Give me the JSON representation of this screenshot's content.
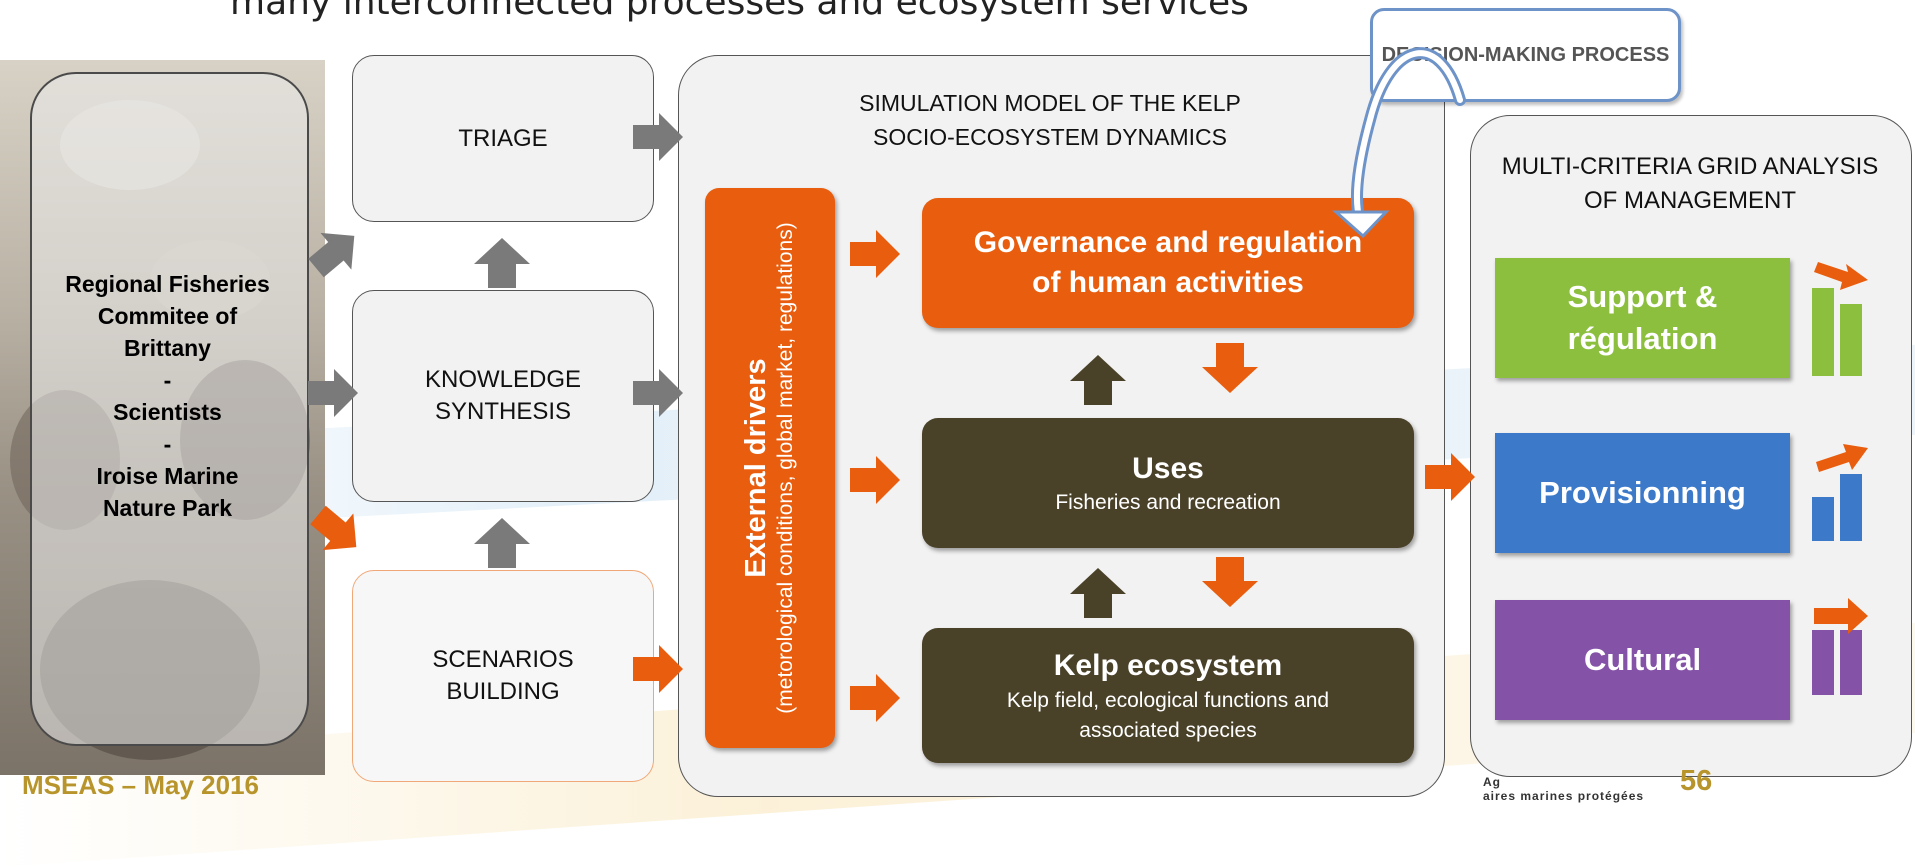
{
  "header": {
    "partial_title": "many interconnected processes and ecosystem services"
  },
  "stakeholders": {
    "lines": [
      "Regional Fisheries",
      "Commitee of",
      "Brittany",
      "-",
      "Scientists",
      "-",
      "Iroise Marine",
      "Nature Park"
    ]
  },
  "process_boxes": {
    "triage": "TRIAGE",
    "knowledge_l1": "KNOWLEDGE",
    "knowledge_l2": "SYNTHESIS",
    "scenarios_l1": "SCENARIOS",
    "scenarios_l2": "BUILDING"
  },
  "simulation": {
    "title_l1": "SIMULATION MODEL OF THE KELP",
    "title_l2": "SOCIO-ECOSYSTEM DYNAMICS",
    "external_title": "External drivers",
    "external_sub": "(metorological conditions, global market, regulations)",
    "governance_l1": "Governance and regulation",
    "governance_l2": "of human activities",
    "uses_title": "Uses",
    "uses_sub": "Fisheries and recreation",
    "kelp_title": "Kelp ecosystem",
    "kelp_sub_l1": "Kelp field, ecological functions and",
    "kelp_sub_l2": "associated species"
  },
  "decision": {
    "label": "DECISION-MAKING PROCESS"
  },
  "multicriteria": {
    "title_l1": "MULTI-CRITERIA GRID ANALYSIS",
    "title_l2": "OF MANAGEMENT",
    "items": [
      {
        "label_l1": "Support &",
        "label_l2": "régulation",
        "color": "#8dbf3f"
      },
      {
        "label_l1": "Provisionning",
        "label_l2": "",
        "color": "#3c79c9"
      },
      {
        "label_l1": "Cultural",
        "label_l2": "",
        "color": "#8453a8"
      }
    ]
  },
  "footer": {
    "left": "MSEAS – May 2016",
    "page": "56",
    "agency_l1": "Ag",
    "agency_l2": "aires marines protégées"
  },
  "colors": {
    "orange": "#e85d0e",
    "dark_olive": "#4a4129",
    "grey_arrow": "#7a7a7a",
    "footer_gold": "#b8952c",
    "decision_border": "#6d93c8"
  }
}
